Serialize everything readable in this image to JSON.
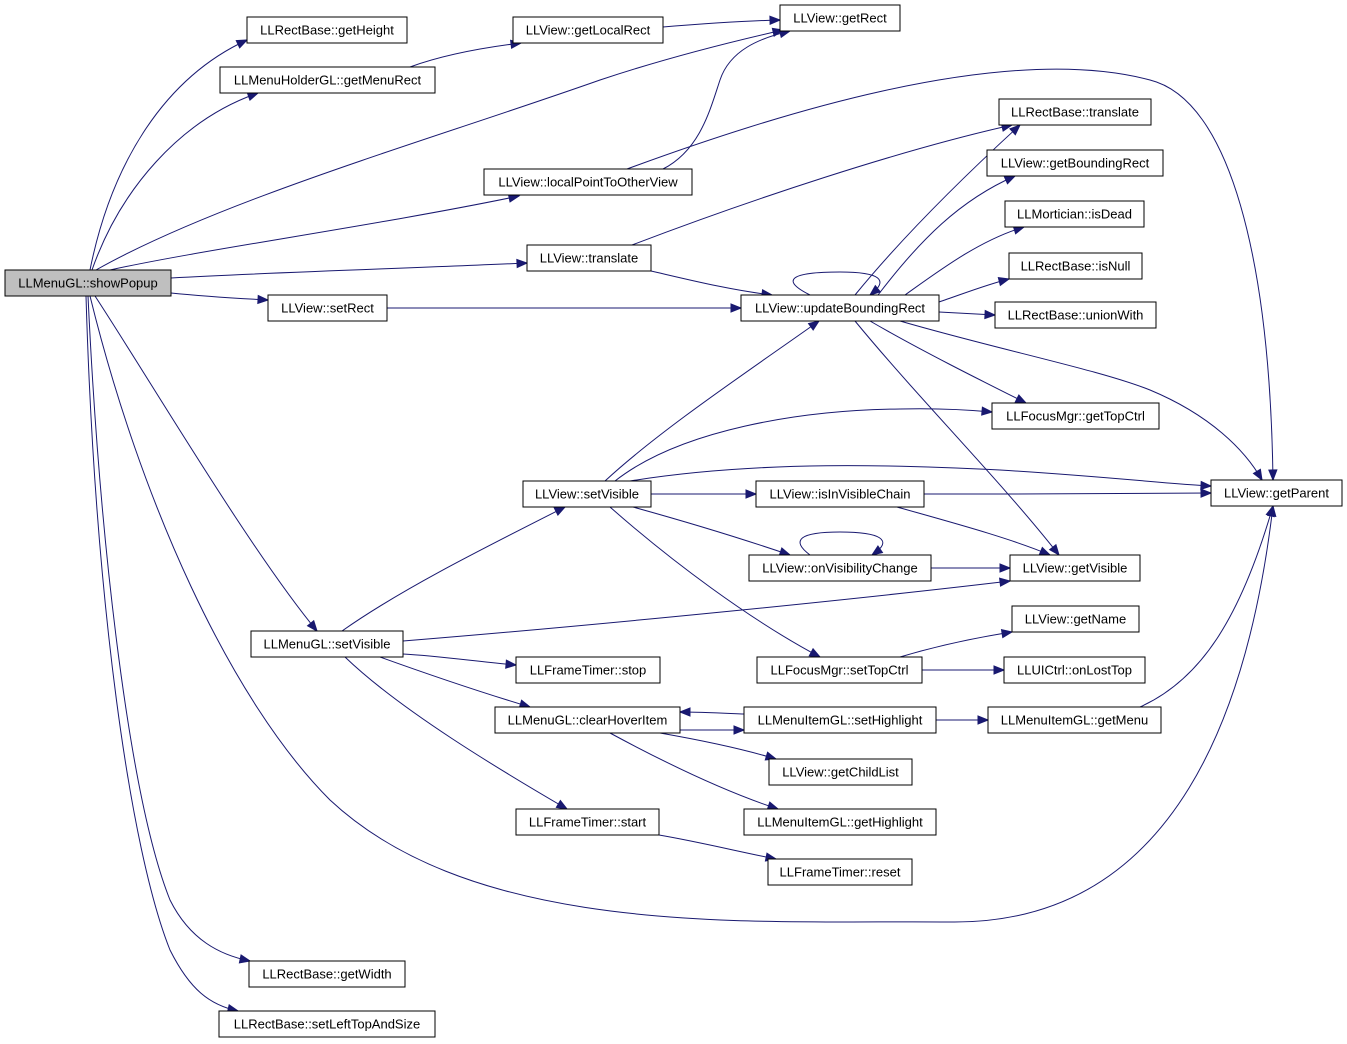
{
  "colors": {
    "edge": "#191970",
    "root_fill": "#bfbfbf",
    "node_fill": "#ffffff",
    "node_border": "#000000"
  },
  "graph": {
    "root": "LLMenuGL::showPopup",
    "nodes": {
      "showPopup": "LLMenuGL::showPopup",
      "getHeight": "LLRectBase::getHeight",
      "getMenuRect": "LLMenuHolderGL::getMenuRect",
      "getLocalRect": "LLView::getLocalRect",
      "getRect": "LLView::getRect",
      "localPointToOtherView": "LLView::localPointToOtherView",
      "viewTranslate": "LLView::translate",
      "setRect": "LLView::setRect",
      "updateBoundingRect": "LLView::updateBoundingRect",
      "rectTranslate": "LLRectBase::translate",
      "getBoundingRect": "LLView::getBoundingRect",
      "isDead": "LLMortician::isDead",
      "isNull": "LLRectBase::isNull",
      "unionWith": "LLRectBase::unionWith",
      "getTopCtrl": "LLFocusMgr::getTopCtrl",
      "viewSetVisible": "LLView::setVisible",
      "isInVisibleChain": "LLView::isInVisibleChain",
      "getParent": "LLView::getParent",
      "onVisibilityChange": "LLView::onVisibilityChange",
      "getVisible": "LLView::getVisible",
      "menuSetVisible": "LLMenuGL::setVisible",
      "getName": "LLView::getName",
      "timerStop": "LLFrameTimer::stop",
      "setTopCtrl": "LLFocusMgr::setTopCtrl",
      "onLostTop": "LLUICtrl::onLostTop",
      "clearHoverItem": "LLMenuGL::clearHoverItem",
      "setHighlight": "LLMenuItemGL::setHighlight",
      "getMenu": "LLMenuItemGL::getMenu",
      "getChildList": "LLView::getChildList",
      "timerStart": "LLFrameTimer::start",
      "getHighlight": "LLMenuItemGL::getHighlight",
      "timerReset": "LLFrameTimer::reset",
      "getWidth": "LLRectBase::getWidth",
      "setLeftTopAndSize": "LLRectBase::setLeftTopAndSize"
    },
    "edges": [
      [
        "showPopup",
        "getHeight"
      ],
      [
        "showPopup",
        "getMenuRect"
      ],
      [
        "showPopup",
        "getRect"
      ],
      [
        "showPopup",
        "localPointToOtherView"
      ],
      [
        "showPopup",
        "viewTranslate"
      ],
      [
        "showPopup",
        "setRect"
      ],
      [
        "showPopup",
        "menuSetVisible"
      ],
      [
        "showPopup",
        "getParent"
      ],
      [
        "showPopup",
        "getWidth"
      ],
      [
        "showPopup",
        "setLeftTopAndSize"
      ],
      [
        "getMenuRect",
        "getLocalRect"
      ],
      [
        "getLocalRect",
        "getRect"
      ],
      [
        "localPointToOtherView",
        "getRect"
      ],
      [
        "localPointToOtherView",
        "getParent"
      ],
      [
        "viewTranslate",
        "rectTranslate"
      ],
      [
        "viewTranslate",
        "updateBoundingRect"
      ],
      [
        "setRect",
        "updateBoundingRect"
      ],
      [
        "updateBoundingRect",
        "updateBoundingRect"
      ],
      [
        "updateBoundingRect",
        "rectTranslate"
      ],
      [
        "updateBoundingRect",
        "getBoundingRect"
      ],
      [
        "updateBoundingRect",
        "isDead"
      ],
      [
        "updateBoundingRect",
        "isNull"
      ],
      [
        "updateBoundingRect",
        "unionWith"
      ],
      [
        "updateBoundingRect",
        "getTopCtrl"
      ],
      [
        "updateBoundingRect",
        "getParent"
      ],
      [
        "updateBoundingRect",
        "getVisible"
      ],
      [
        "viewSetVisible",
        "updateBoundingRect"
      ],
      [
        "viewSetVisible",
        "getTopCtrl"
      ],
      [
        "viewSetVisible",
        "getParent"
      ],
      [
        "viewSetVisible",
        "isInVisibleChain"
      ],
      [
        "viewSetVisible",
        "onVisibilityChange"
      ],
      [
        "viewSetVisible",
        "setTopCtrl"
      ],
      [
        "isInVisibleChain",
        "getParent"
      ],
      [
        "isInVisibleChain",
        "getVisible"
      ],
      [
        "onVisibilityChange",
        "onVisibilityChange"
      ],
      [
        "onVisibilityChange",
        "getVisible"
      ],
      [
        "menuSetVisible",
        "viewSetVisible"
      ],
      [
        "menuSetVisible",
        "getVisible"
      ],
      [
        "menuSetVisible",
        "timerStop"
      ],
      [
        "menuSetVisible",
        "clearHoverItem"
      ],
      [
        "menuSetVisible",
        "timerStart"
      ],
      [
        "setTopCtrl",
        "getName"
      ],
      [
        "setTopCtrl",
        "onLostTop"
      ],
      [
        "clearHoverItem",
        "getChildList"
      ],
      [
        "clearHoverItem",
        "setHighlight"
      ],
      [
        "clearHoverItem",
        "getHighlight"
      ],
      [
        "setHighlight",
        "clearHoverItem"
      ],
      [
        "setHighlight",
        "getMenu"
      ],
      [
        "getMenu",
        "getParent"
      ],
      [
        "timerStart",
        "timerReset"
      ]
    ]
  }
}
